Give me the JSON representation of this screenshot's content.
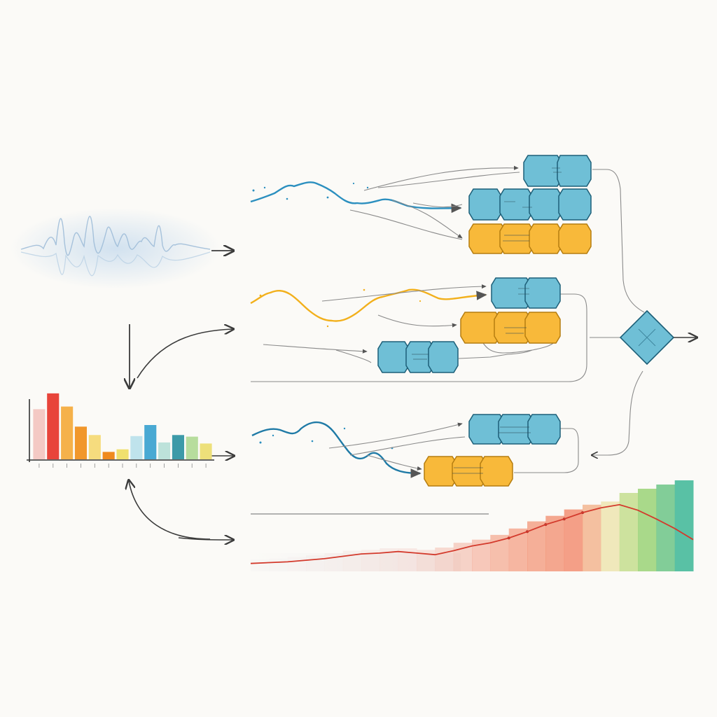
{
  "colors": {
    "background": "#fbfaf7",
    "blue_block": "#6fbfd6",
    "blue_stroke": "#1d5f78",
    "yellow_block": "#f8b93a",
    "yellow_stroke": "#b57d10",
    "blue_wave": "#2b8fbf",
    "yellow_wave": "#f2b01c",
    "arrow": "#3a3a3a",
    "connector": "#8a8a8a"
  },
  "chart_data": [
    {
      "type": "bar",
      "categories": [],
      "values": [
        9.5,
        12.5,
        10,
        6.2,
        4.6,
        1.4,
        1.9,
        4.4,
        6.5,
        3.2,
        4.6,
        4.3,
        3.0
      ],
      "colors": [
        "#f4c9c4",
        "#e8443a",
        "#f5b14a",
        "#f1972b",
        "#f6dc7e",
        "#ef8a1f",
        "#f0e06e",
        "#86c97a",
        "#bfe3ec",
        "#49a9d3",
        "#bde2da",
        "#3d9aa8",
        "#b7dd9d",
        "#ede07a",
        "#f08a2c"
      ],
      "ylim": [
        0,
        13
      ]
    },
    {
      "type": "area",
      "x": [
        0,
        1,
        2,
        3,
        4,
        5,
        6,
        7,
        8,
        9,
        10,
        11,
        12,
        13,
        14,
        15,
        16,
        17,
        18,
        19,
        20,
        21,
        22,
        23,
        24
      ],
      "values": [
        1.0,
        1.1,
        1.2,
        1.4,
        1.6,
        1.9,
        2.2,
        2.3,
        2.5,
        2.3,
        2.1,
        2.6,
        3.2,
        3.6,
        4.2,
        5.0,
        5.9,
        6.6,
        7.4,
        8.0,
        8.4,
        7.7,
        6.6,
        5.4,
        4.0
      ],
      "ylim": [
        0,
        12
      ]
    }
  ]
}
